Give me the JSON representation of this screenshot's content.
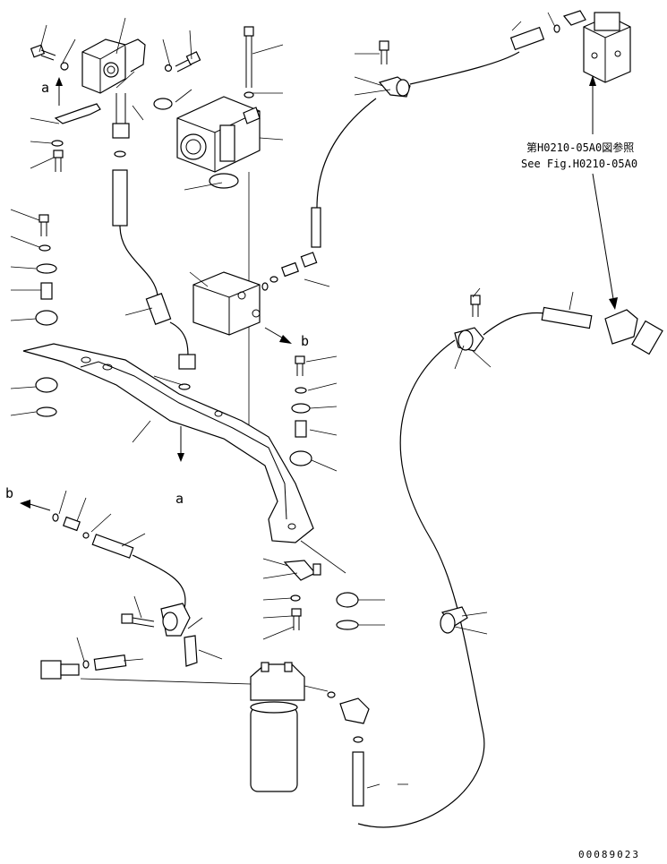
{
  "reference_note": {
    "line_jp": "第H0210-05A0図参照",
    "line_en": "See Fig.H0210-05A0"
  },
  "view_labels": {
    "a_top": "a",
    "a_bottom": "a",
    "b_right": "b",
    "b_left": "b"
  },
  "drawing_number": "00089023"
}
